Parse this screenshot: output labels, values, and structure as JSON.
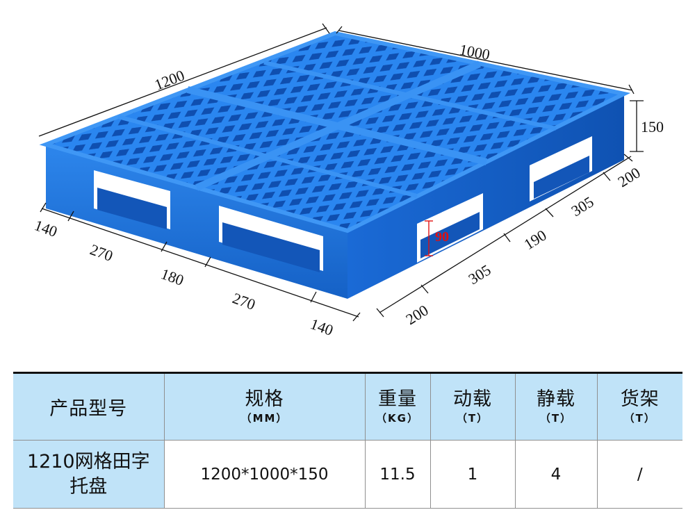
{
  "product_image": {
    "subject": "blue plastic grid pallet (1210 mesh 田-shaped)",
    "color": "#1e78e6",
    "dimensions": {
      "top_length": "1200",
      "top_width": "1000",
      "height": "150",
      "fork_opening_height": "90",
      "front_edge_segments": [
        "140",
        "270",
        "180",
        "270",
        "140"
      ],
      "side_edge_segments": [
        "200",
        "305",
        "190",
        "305",
        "200"
      ]
    }
  },
  "table": {
    "headers": [
      {
        "main": "产品型号",
        "unit": ""
      },
      {
        "main": "规格",
        "unit": "（MM）"
      },
      {
        "main": "重量",
        "unit": "（KG）"
      },
      {
        "main": "动载",
        "unit": "（T）"
      },
      {
        "main": "静载",
        "unit": "（T）"
      },
      {
        "main": "货架",
        "unit": "（T）"
      }
    ],
    "rows": [
      {
        "model_line1": "1210网格田字",
        "model_line2": "托盘",
        "spec": "1200*1000*150",
        "weight": "11.5",
        "dynamic_load": "1",
        "static_load": "4",
        "rack_load": "/"
      }
    ],
    "colors": {
      "header_bg": "#c0e3f8",
      "top_rule": "#111111",
      "grid_line": "#8f8f8f"
    }
  }
}
